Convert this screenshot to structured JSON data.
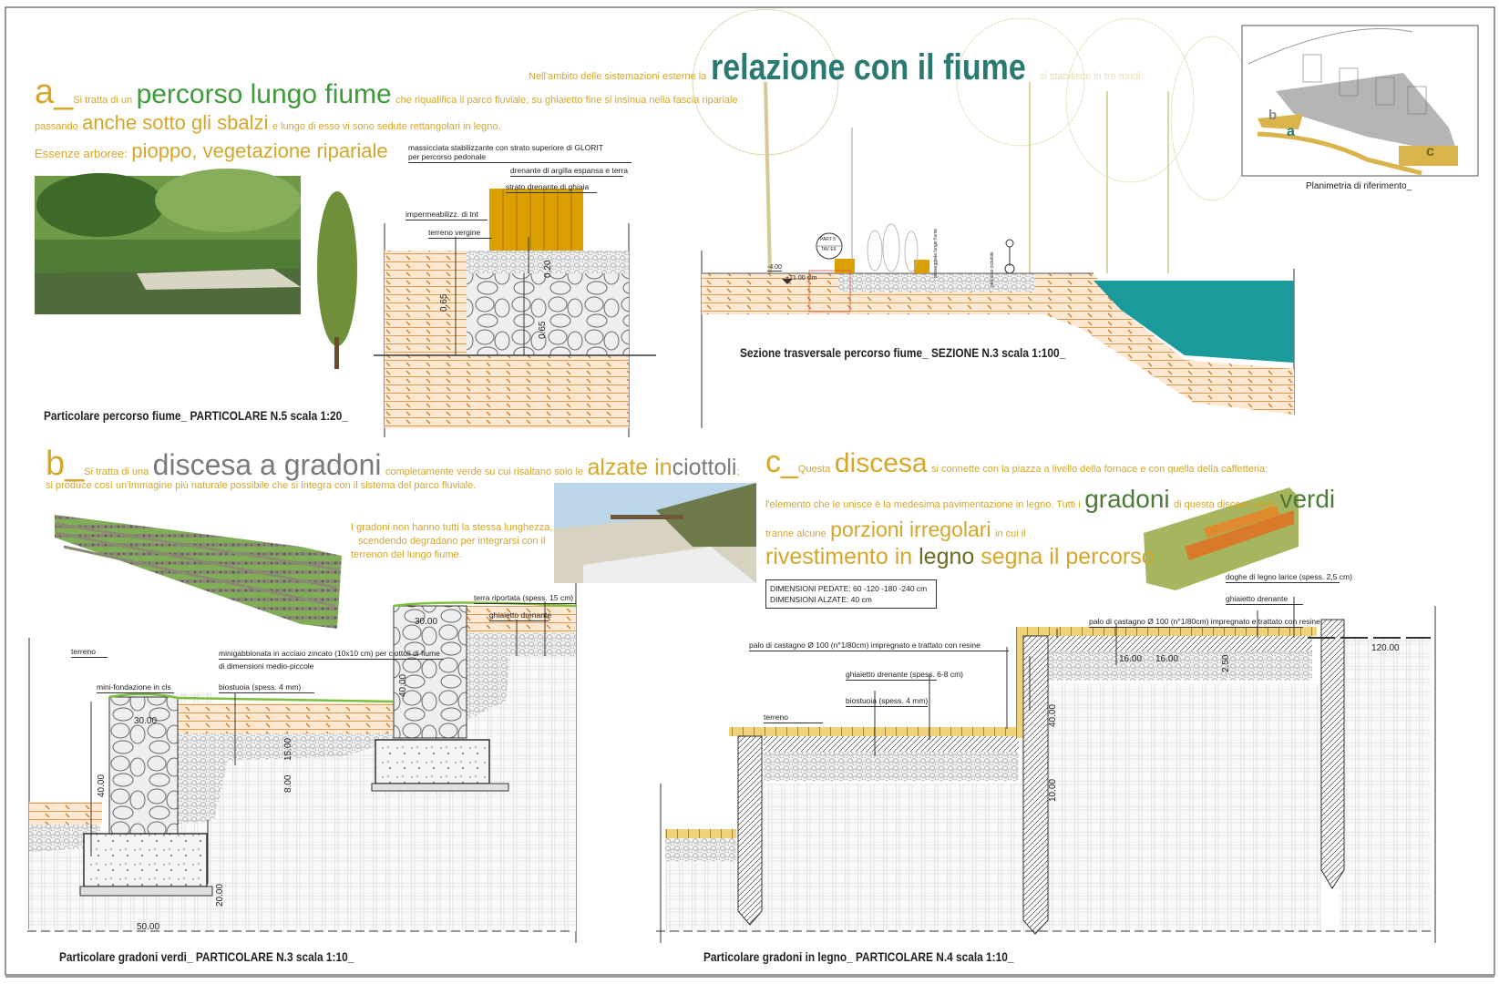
{
  "header": {
    "intro": "Nell'ambito delle sistemazioni esterne la",
    "title": "relazione con il fiume",
    "outro": "si stabilisce in tre modi"
  },
  "section_a": {
    "letter": "a_",
    "t1": "Si tratta di un",
    "h1": "percorso lungo fiume",
    "t2": "che riqualifica il parco fluviale; su ghiaietto fine si insinua nella fascia ripariale",
    "t3": "passando",
    "h2": "anche sotto gli sbalzi",
    "t4": "e lungo di esso vi sono sedute rettangolari in legno.",
    "t5": "Essenze arboree:",
    "h3": "pioppo, vegetazione ripariale"
  },
  "detail_a": {
    "labels": [
      "massicciata stabilizzante con strato superiore di GLORIT",
      "per percorso pedonale",
      "drenante di argilla espansa e terra",
      "strato drenante di ghiaia",
      "impermeabilizz. di tnt",
      "terreno vergine"
    ],
    "dims": [
      "0.20",
      "0.65",
      "0.65"
    ],
    "caption": "Particolare percorso fiume_ PARTICOLARE N.5  scala 1:20_"
  },
  "section": {
    "levels": [
      "-4.00",
      "+71.00 slm"
    ],
    "callout": [
      "PART 5",
      "TAV E6"
    ],
    "labels": [
      "passeggiata lungo fiume",
      "percorso ciclabile"
    ],
    "caption": "Sezione trasversale percorso fiume_ SEZIONE  N.3    scala 1:100_"
  },
  "plan": {
    "letters": [
      "a",
      "b",
      "c"
    ],
    "caption": "Planimetria di riferimento_"
  },
  "section_b": {
    "letter": "b_",
    "t1": "Si tratta di una",
    "h1": "discesa a gradoni",
    "t2": "completamente verde su cui risaltano solo le",
    "h2": "alzate in",
    "h3": "ciottoli",
    "t3": ";",
    "line2": "si produce così un'immagine più naturale possibile che si integra con il sistema del parco fluviale.",
    "note": [
      "I gradoni non hanno tutti la stessa lunghezza,",
      "scendendo degradano per integrarsi con il",
      "terrenon del lungo fiume."
    ]
  },
  "detail_b": {
    "labels": [
      "terra riportata (spess. 15 cm)",
      "ghiaietto drenante",
      "terreno",
      "minigabbionata in acciaio zincato (10x10 cm) per ciottoli di fiume",
      "di dimensioni medio-piccole",
      "mini-fondazione in cls",
      "biostuoia (spess. 4 mm)"
    ],
    "dims": [
      "30.00",
      "40.00",
      "30.00",
      "15.00",
      "8.00",
      "40.00",
      "20.00",
      "50.00"
    ],
    "caption": "Particolare gradoni verdi_ PARTICOLARE  N.3    scala 1:10_"
  },
  "section_c": {
    "letter": "c_",
    "t1": "Questa",
    "h1": "discesa",
    "t2": "si connette con la piazza a livello della fornace e con quella della caffetteria:",
    "t3": "l'elemento che le unisce è la medesima pavimentazione in legno. Tutti i",
    "h2": "gradoni",
    "t4": "di questa discesa sono",
    "h3": "verdi",
    "t5": "tranne alcune",
    "h4": "porzioni irregolari",
    "t6": "in cui il",
    "h5a": "rivestimento in",
    "h5b": "legno",
    "h5c": "segna il percorso",
    "dims_box": [
      "DIMENSIONI PEDATE: 60 -120 -180 -240 cm",
      "DIMENSIONI ALZATE: 40 cm"
    ]
  },
  "detail_c": {
    "labels": [
      "doghe di legno larice (spess. 2,5 cm)",
      "ghiaietto drenante",
      "palo di castagno Ø 100 (n°1/80cm) impregnato e trattato con resine",
      "palo di castagno Ø 100 (n°1/80cm) impregnato e trattato con resine",
      "ghiaietto drenante (spess. 6-8 cm)",
      "biostuoia (spess. 4 mm)",
      "terreno"
    ],
    "dims": [
      "120.00",
      "16.00",
      "16.00",
      "2.50",
      "40.00",
      "10.00"
    ],
    "caption": "Particolare gradoni in legno_ PARTICOLARE  N.4    scala 1:10_"
  },
  "colors": {
    "gold": "#d4a62a",
    "teal": "#2a7a72",
    "green": "#3f9a3a",
    "water": "#1a9a9a",
    "wood": "#d9a000"
  }
}
